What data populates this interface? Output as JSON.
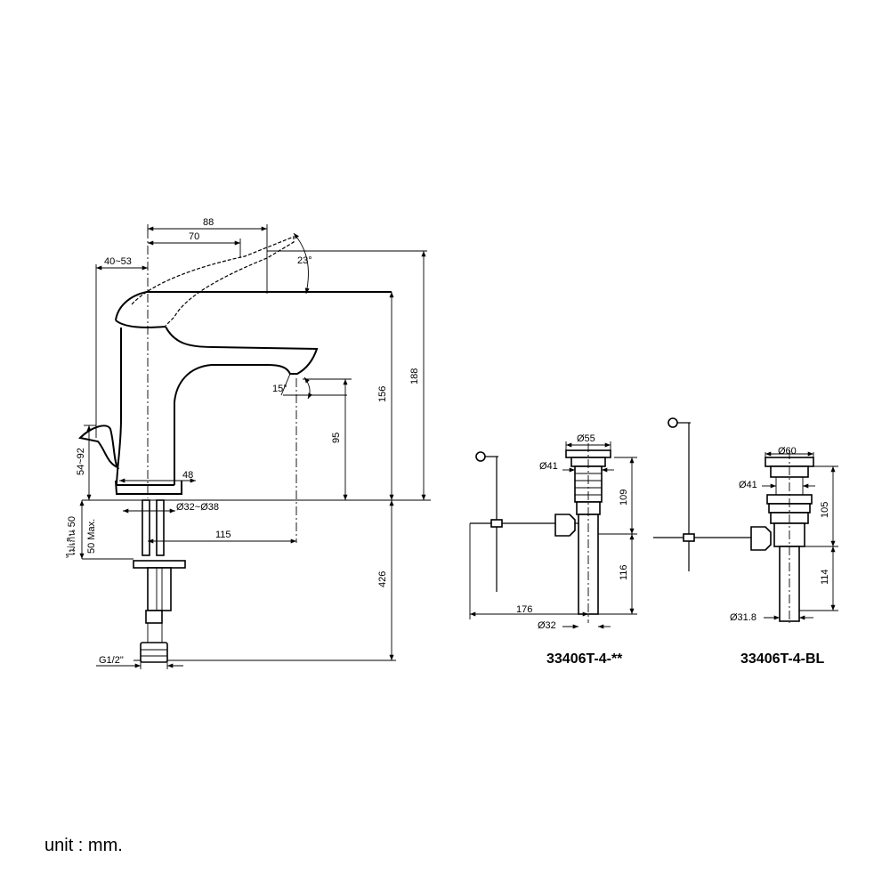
{
  "drawing": {
    "faucet": {
      "dims": {
        "d88": "88",
        "d70": "70",
        "d23deg": "23°",
        "d40_53": "40~53",
        "d15deg": "15°",
        "d188": "188",
        "d156": "156",
        "d95": "95",
        "d54_92": "54~92",
        "d48": "48",
        "d32_38": "Ø32~Ø38",
        "d115": "115",
        "d50min": "ไม่เกิน 50",
        "d50max": "50 Max.",
        "d426": "426",
        "g12": "G1/2\""
      }
    },
    "drain_a": {
      "dims": {
        "d55": "Ø55",
        "d41": "Ø41",
        "d109": "109",
        "d116": "116",
        "d176": "176",
        "d32": "Ø32"
      },
      "model": "33406T-4-**"
    },
    "drain_b": {
      "dims": {
        "d60": "Ø60",
        "d41": "Ø41",
        "d105": "105",
        "d114": "114",
        "d31_8": "Ø31.8"
      },
      "model": "33406T-4-BL"
    },
    "unit_note": "unit : mm."
  }
}
